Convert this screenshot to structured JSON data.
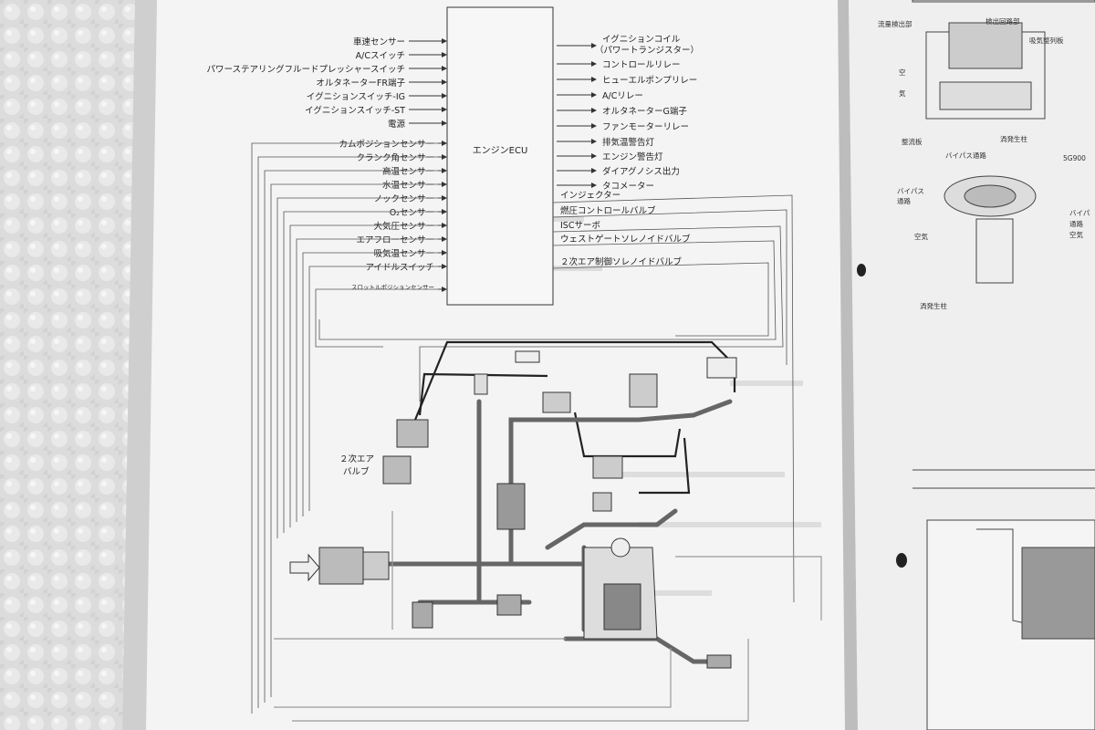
{
  "ecu_title": "エンジンECU",
  "inputs": [
    "車速センサー",
    "A/Cスイッチ",
    "パワーステアリングフルードプレッシャースイッチ",
    "オルタネーターFR端子",
    "イグニションスイッチ-IG",
    "イグニションスイッチ-ST",
    "電源",
    "カムポジションセンサー",
    "クランク角センサー",
    "高温センサー",
    "水温センサー",
    "ノックセンサー",
    "O₂センサー",
    "大気圧センサー",
    "エアフローセンサー",
    "吸気温センサー",
    "アイドルスイッチ",
    "スロットルポジションセンサー"
  ],
  "outputs": [
    "イグニションコイル",
    "（パワートランジスター）",
    "コントロールリレー",
    "ヒューエルポンプリレー",
    "A/Cリレー",
    "オルタネーターG端子",
    "ファンモーターリレー",
    "排気温警告灯",
    "エンジン警告灯",
    "ダイアグノシス出力",
    "タコメーター"
  ],
  "actuators": [
    "インジェクター",
    "燃圧コントロールバルブ",
    "ISCサーボ",
    "ウェストゲートソレノイドバルブ",
    "２次エア制御ソレノイドバルブ"
  ],
  "valve_label_1": "２次エア",
  "valve_label_2": "バルブ",
  "side_labels": {
    "top_left": "流量検出部",
    "top_mid": "検出回路部",
    "top_right": "吸気整列板",
    "air_1": "空",
    "air_2": "気",
    "rectifier": "整流板",
    "vortex": "渦発生柱",
    "bypass": "バイパス通路",
    "code": "5G900",
    "bypass2_1": "バイパス",
    "bypass2_2": "通路",
    "air_arrow": "空気",
    "vortex2": "渦発生柱",
    "right_1": "バイパ",
    "right_2": "通路",
    "right_3": "空気"
  }
}
